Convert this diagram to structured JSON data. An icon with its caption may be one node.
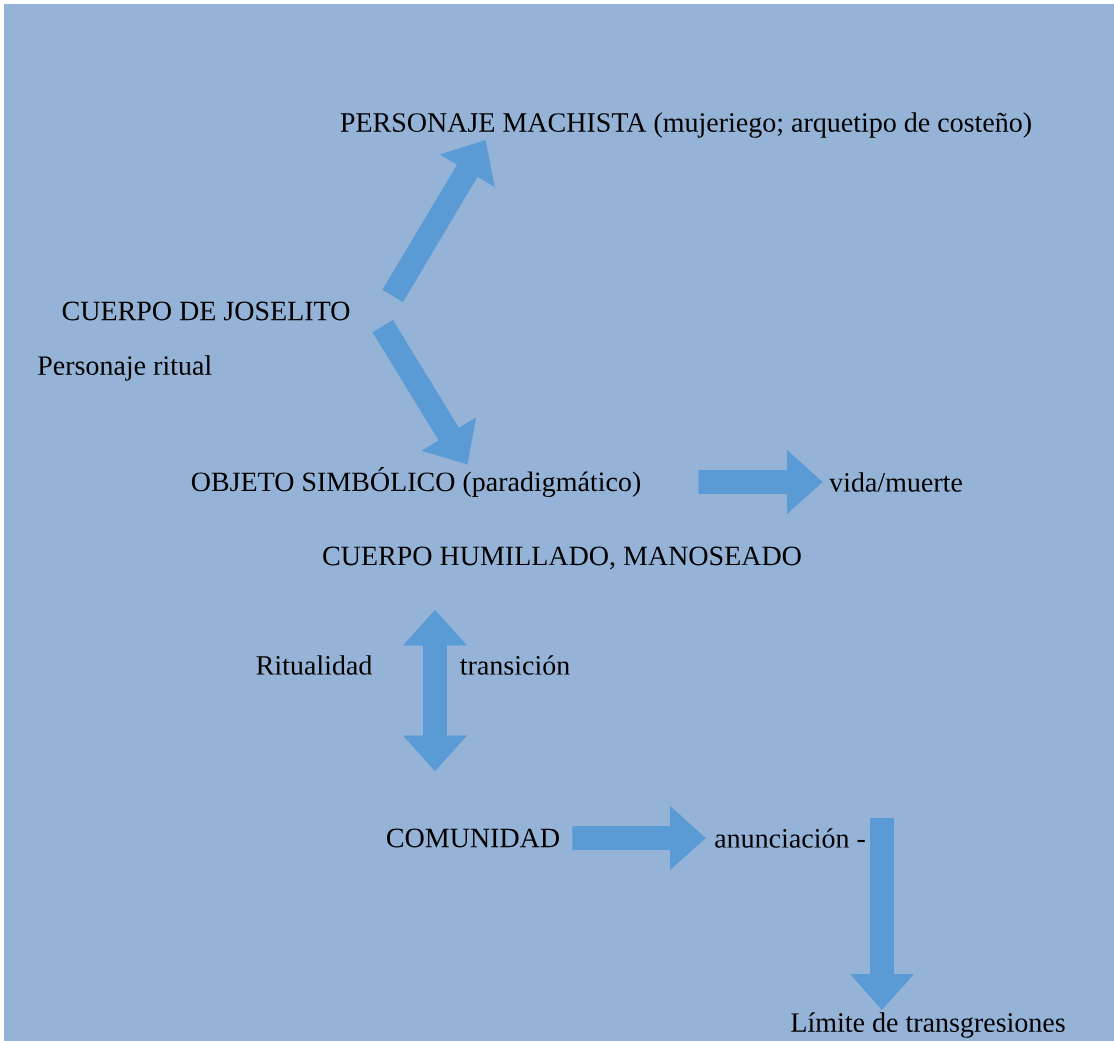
{
  "diagram": {
    "nodes": [
      {
        "text": [
          "CUERPO DE JOSELITO"
        ],
        "beside": [
          "Personaje ritual"
        ]
      },
      {
        "text": [
          "PERSONAJE MACHISTA (mujeriego; arquetipo de costeño)"
        ]
      },
      {
        "text": [
          "OBJETO SIMBÓLICO (paradigmático)"
        ]
      },
      {
        "text": [
          "vida/muerte"
        ]
      },
      {
        "text": [
          "CUERPO HUMILLADO, MANOSEADO"
        ]
      },
      {
        "text": [
          "COMUNIDAD"
        ]
      },
      {
        "text": [
          "anunciación -"
        ]
      },
      {
        "text": [
          "Límite de transgresiones"
        ]
      }
    ],
    "edges": [
      {
        "from": 0,
        "to": 1,
        "arrow": "to"
      },
      {
        "from": 0,
        "to": 2,
        "arrow": "to"
      },
      {
        "from": 2,
        "to": 3,
        "arrow": "to"
      },
      {
        "from": 4,
        "to": 5,
        "arrow": "both",
        "label": "Ritualidad"
      },
      {
        "from": 5,
        "to": 6,
        "arrow": "to"
      },
      {
        "from": 6,
        "to": 7,
        "arrow": "to"
      }
    ],
    "labels": [
      "transición"
    ]
  }
}
